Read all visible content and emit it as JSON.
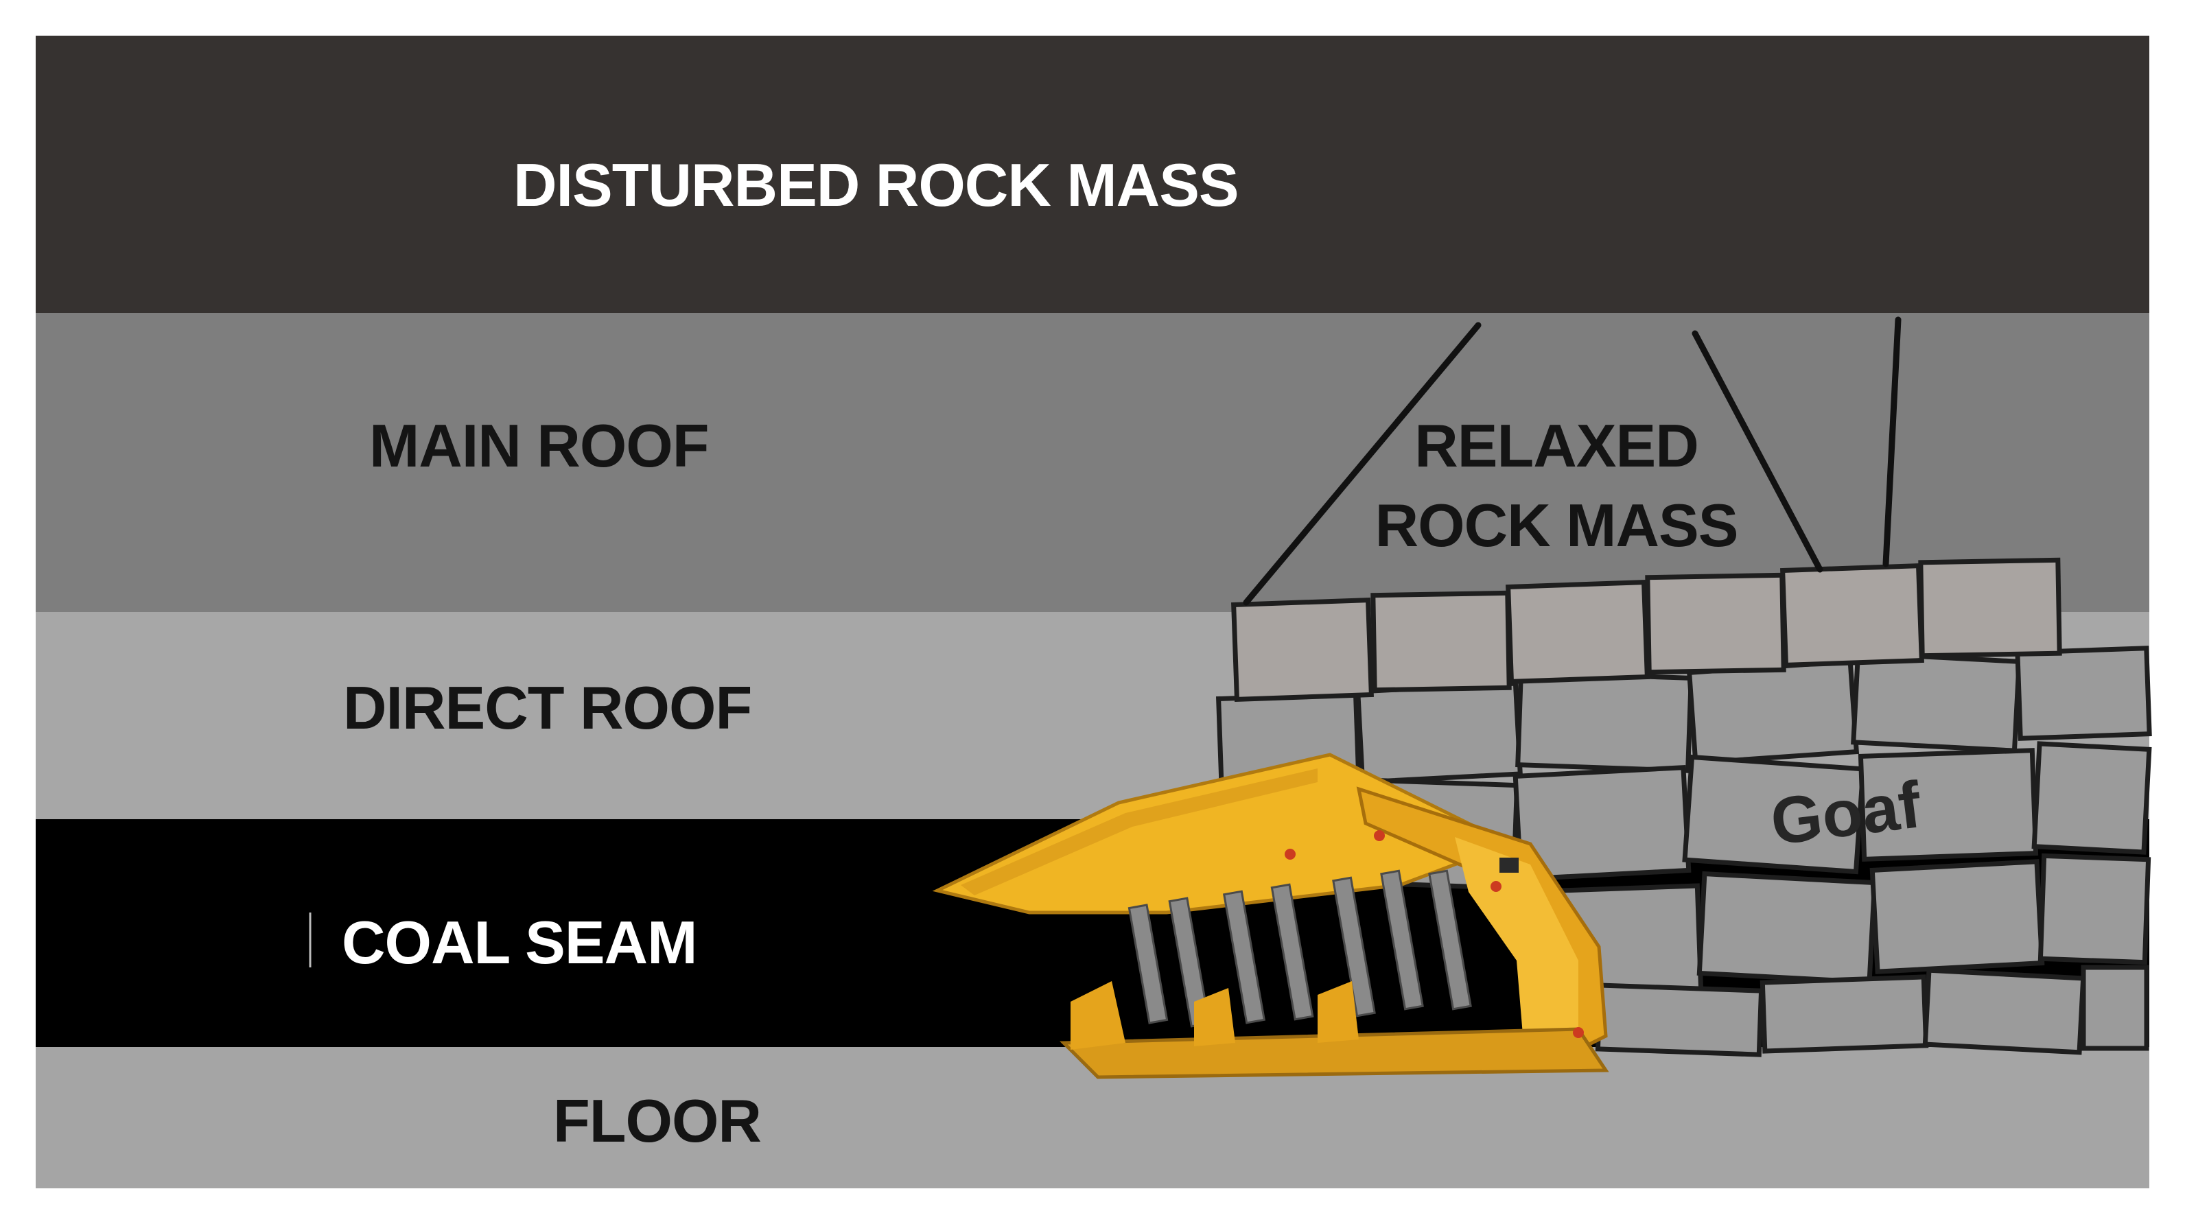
{
  "layers": {
    "disturbed_rock_mass": {
      "label": "DISTURBED ROCK MASS",
      "color": "#363230"
    },
    "main_roof": {
      "label": "MAIN ROOF",
      "color": "#7e7e7e"
    },
    "direct_roof": {
      "label": "DIRECT ROOF",
      "color": "#a7a7a7"
    },
    "coal_seam": {
      "label": "COAL SEAM",
      "color": "#000000"
    },
    "floor": {
      "label": "FLOOR",
      "color": "#a5a5a5"
    }
  },
  "relaxed_zone": {
    "label_line1": "RELAXED",
    "label_line2": "ROCK MASS"
  },
  "goaf": {
    "label": "Goaf",
    "block_color": "#9b9b9b",
    "top_block_color": "#a9a4a1"
  },
  "shield_support": {
    "icon": "hydraulic-roof-support-icon",
    "color": "#f0b523"
  }
}
